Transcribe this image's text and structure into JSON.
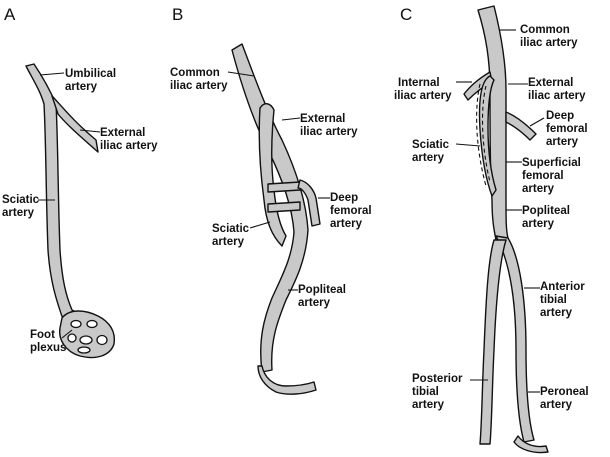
{
  "panels": {
    "a": {
      "letter": "A",
      "labels": {
        "umbilical_artery": [
          "Umbilical",
          "artery"
        ],
        "external_iliac_artery": [
          "External",
          "iliac artery"
        ],
        "sciatic_artery": [
          "Sciatic",
          "artery"
        ],
        "foot_plexus": [
          "Foot",
          "plexus"
        ]
      }
    },
    "b": {
      "letter": "B",
      "labels": {
        "common_iliac_artery": [
          "Common",
          "iliac artery"
        ],
        "external_iliac_artery": [
          "External",
          "iliac artery"
        ],
        "deep_femoral_artery": [
          "Deep",
          "femoral",
          "artery"
        ],
        "sciatic_artery": [
          "Sciatic",
          "artery"
        ],
        "popliteal_artery": [
          "Popliteal",
          "artery"
        ]
      }
    },
    "c": {
      "letter": "C",
      "labels": {
        "common_iliac_artery": [
          "Common",
          "iliac artery"
        ],
        "internal_iliac_artery": [
          "Internal",
          "iliac artery"
        ],
        "external_iliac_artery": [
          "External",
          "iliac artery"
        ],
        "deep_femoral_artery": [
          "Deep",
          "femoral",
          "artery"
        ],
        "sciatic_artery": [
          "Sciatic",
          "artery"
        ],
        "superficial_femoral_artery": [
          "Superficial",
          "femoral",
          "artery"
        ],
        "popliteal_artery": [
          "Popliteal",
          "artery"
        ],
        "anterior_tibial_artery": [
          "Anterior",
          "tibial",
          "artery"
        ],
        "posterior_tibial_artery": [
          "Posterior",
          "tibial",
          "artery"
        ],
        "peroneal_artery": [
          "Peroneal",
          "artery"
        ]
      }
    }
  }
}
